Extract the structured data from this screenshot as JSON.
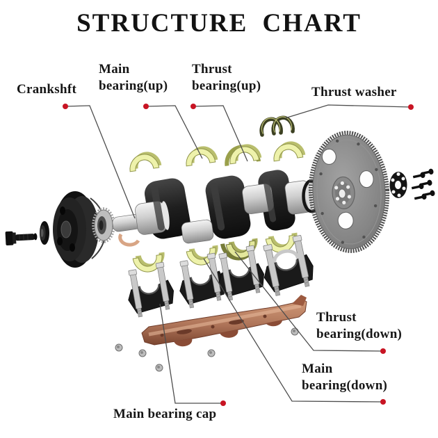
{
  "title": "STRUCTURE CHART",
  "labels": {
    "crankshaft": {
      "text": "Crankshft"
    },
    "main_bearing_up": {
      "line1": "Main",
      "line2": "bearing(up)"
    },
    "thrust_bearing_up": {
      "line1": "Thrust",
      "line2": "bearing(up)"
    },
    "thrust_washer": {
      "text": "Thrust washer"
    },
    "thrust_bearing_down": {
      "line1": "Thrust",
      "line2": "bearing(down)"
    },
    "main_bearing_down": {
      "line1": "Main",
      "line2": "bearing(down)"
    },
    "main_bearing_cap": {
      "text": "Main bearing cap"
    }
  },
  "colors": {
    "background": "#ffffff",
    "title_text": "#121212",
    "label_text": "#161616",
    "leader_line": "#4d4d4d",
    "marker_red": "#c81423",
    "bearing_shell_yellow": "#eef2ab",
    "bearing_shell_edge": "#8f944a",
    "thrust_washer_olive": "#3c4022",
    "windage_tray_copper": "#b97a5e",
    "cap_black": "#1a1a1a",
    "journal_steel": "#d9d9d9",
    "flywheel_gray": "#8b8b8b"
  },
  "diagram_parts": [
    "crank-bolt",
    "crank-washer",
    "crank-pulley",
    "timing-gear",
    "crankshaft",
    "main-bearing-up-shells",
    "thrust-bearing-up-shell",
    "thrust-washers",
    "rear-seal-oring",
    "flywheel",
    "adapter-plate",
    "flywheel-bolts",
    "main-bearing-down-shells",
    "thrust-bearing-down-shell",
    "main-bearing-caps",
    "windage-tray",
    "tray-nuts"
  ]
}
